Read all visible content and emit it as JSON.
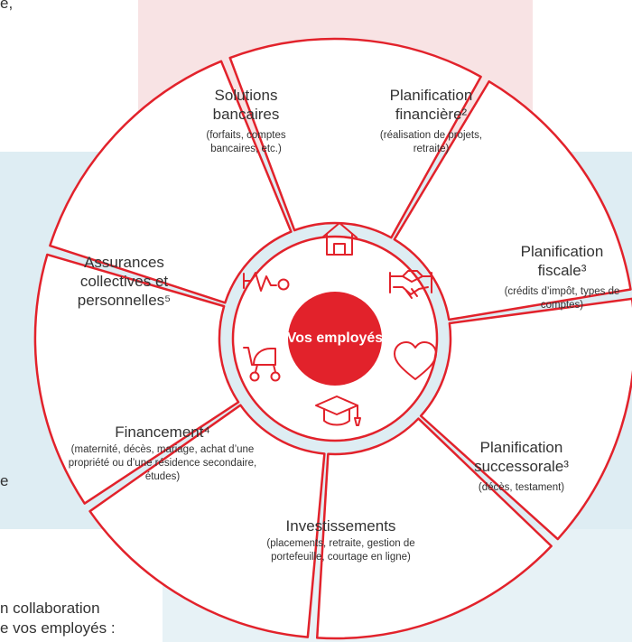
{
  "fragments": {
    "top_left": "e,",
    "mid_left": "e",
    "bottom_line1": "n collaboration",
    "bottom_line2": "e vos employés :"
  },
  "colors": {
    "accent": "#e2222b",
    "pink_bg": "#f8e3e4",
    "blue_bg": "#deedf3",
    "text": "#333333"
  },
  "center": {
    "label": "Vos employés"
  },
  "segments": [
    {
      "title": "Solutions bancaires",
      "desc": "(forfaits, comptes bancaires, etc.)"
    },
    {
      "title": "Planification financière²",
      "desc": "(réalisation de projets, retraite)"
    },
    {
      "title": "Planification fiscale³",
      "desc": "(crédits d’impôt, types de comptes)"
    },
    {
      "title": "Planification successorale³",
      "desc": "(décès, testament)"
    },
    {
      "title": "Investissements",
      "desc": "(placements, retraite, gestion de portefeuille, courtage en ligne)"
    },
    {
      "title": "Financement⁴",
      "desc": "(maternité, décès, mariage, achat d’une propriété ou d’une résidence secondaire, études)"
    },
    {
      "title": "Assurances collectives et personnelles⁵",
      "desc": ""
    }
  ],
  "icons": [
    "house-icon",
    "handshake-icon",
    "heart-icon",
    "graduation-cap-icon",
    "stroller-icon",
    "heartbeat-icon"
  ]
}
